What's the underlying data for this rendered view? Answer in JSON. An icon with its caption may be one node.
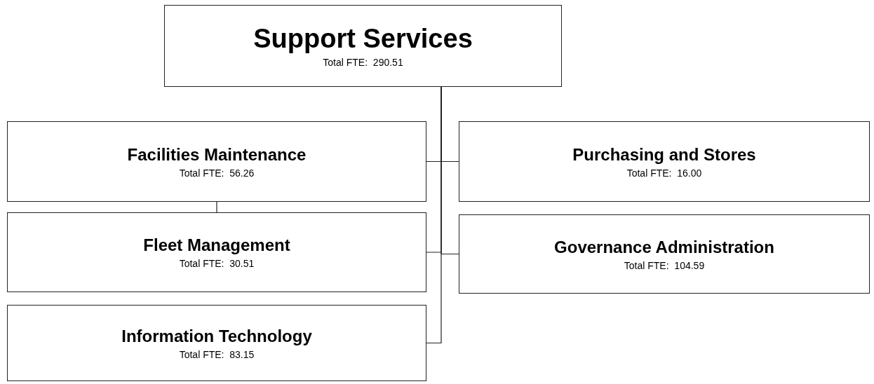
{
  "diagram": {
    "nodes": [
      {
        "text": [
          "Support Services",
          "Total FTE:  290.51"
        ]
      },
      {
        "text": [
          "Facilities Maintenance",
          "Total FTE:  56.26"
        ]
      },
      {
        "text": [
          "Purchasing and Stores",
          "Total FTE:  16.00"
        ]
      },
      {
        "text": [
          "Fleet Management",
          "Total FTE:  30.51"
        ]
      },
      {
        "text": [
          "Governance Administration",
          "Total FTE:  104.59"
        ]
      },
      {
        "text": [
          "Information Technology",
          "Total FTE:  83.15"
        ]
      }
    ],
    "edges": [
      {
        "from": 0,
        "to": 1,
        "arrow": "none"
      },
      {
        "from": 0,
        "to": 2,
        "arrow": "none"
      },
      {
        "from": 0,
        "to": 3,
        "arrow": "none"
      },
      {
        "from": 0,
        "to": 4,
        "arrow": "none"
      },
      {
        "from": 0,
        "to": 5,
        "arrow": "none"
      },
      {
        "from": 1,
        "to": 3,
        "arrow": "none"
      }
    ]
  }
}
